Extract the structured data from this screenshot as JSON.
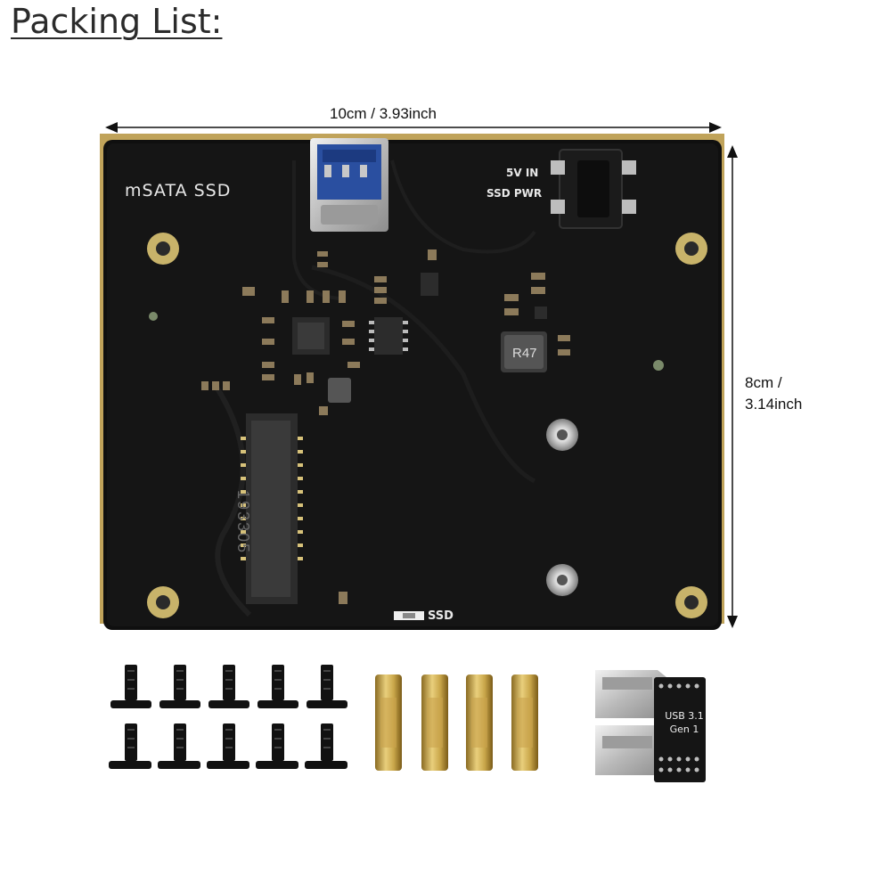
{
  "title": "Packing List:",
  "dimensions": {
    "width_label": "10cm / 3.93inch",
    "height_label_line1": "8cm /",
    "height_label_line2": "3.14inch"
  },
  "board": {
    "label": "mSATA SSD",
    "power_label_line1": "5V IN",
    "power_label_line2": "SSD PWR",
    "ssd_led_label": "SSD",
    "socket_marking": "193305",
    "inductor_marking": "R47",
    "board_color": "#111111",
    "pad_color": "#c8b36a"
  },
  "accessories": {
    "screws_count": 10,
    "standoffs_count": 4,
    "usb_bridge_label_line1": "USB 3.1",
    "usb_bridge_label_line2": "Gen 1"
  }
}
